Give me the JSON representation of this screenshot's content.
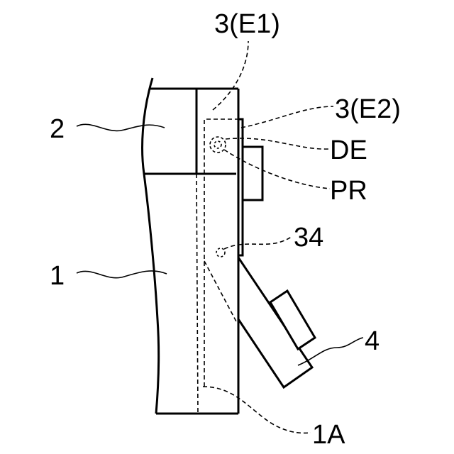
{
  "labels": {
    "e1": "3(E1)",
    "e2": "3(E2)",
    "de": "DE",
    "pr": "PR",
    "p34": "34",
    "p2": "2",
    "p1": "1",
    "p4": "4",
    "p1a": "1A"
  }
}
